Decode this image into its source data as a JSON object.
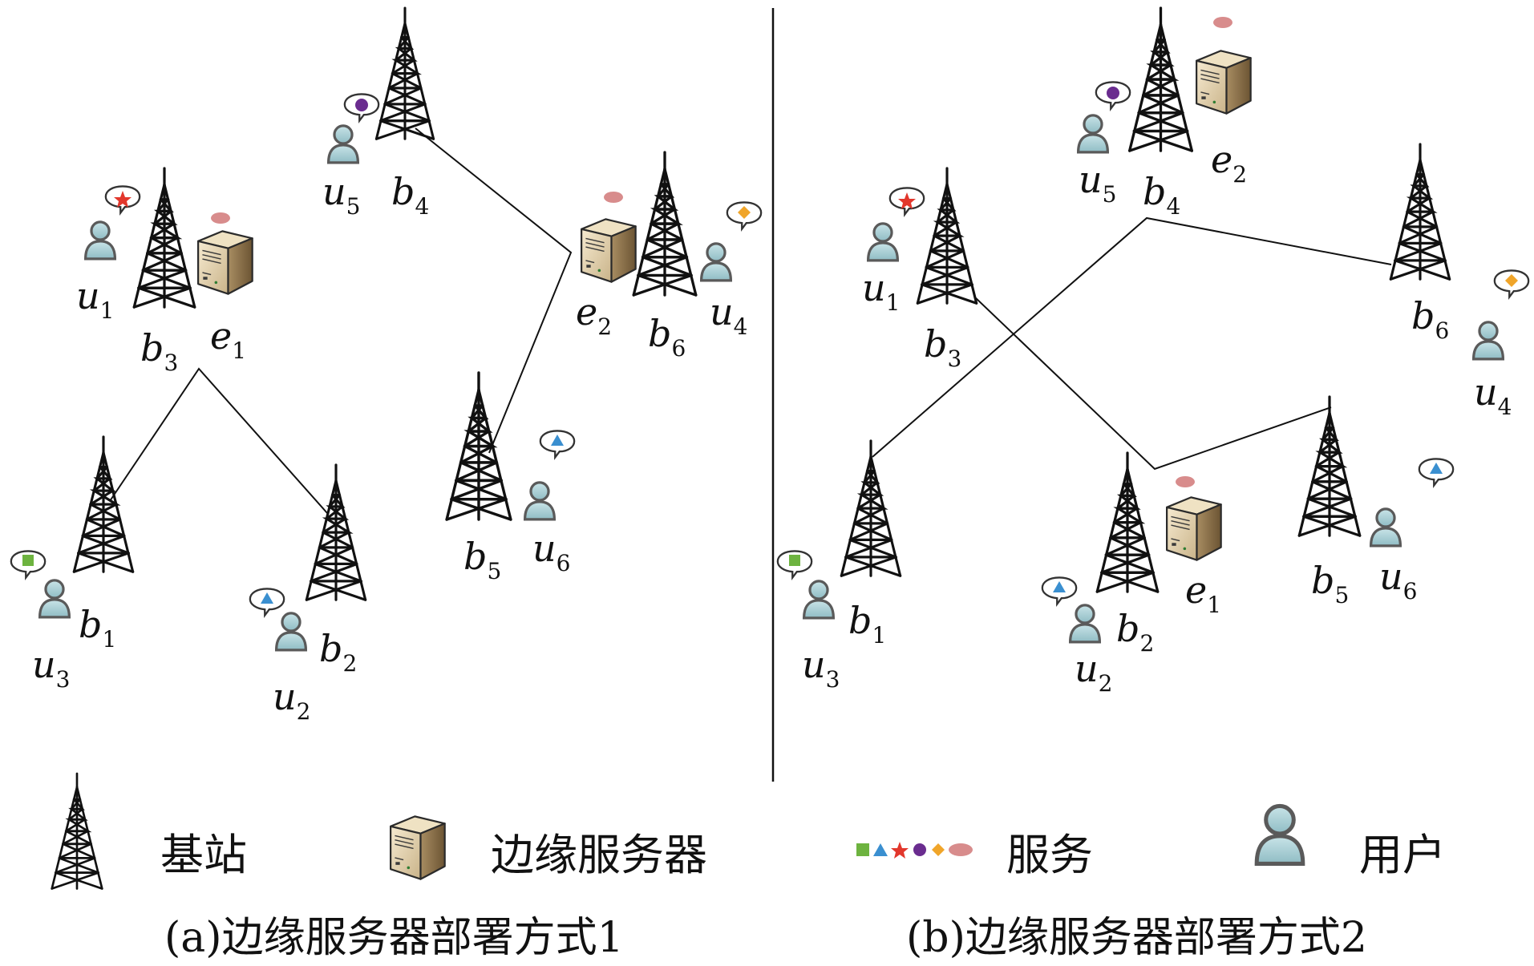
{
  "panels": [
    {
      "id": "a",
      "caption": "(a)边缘服务器部署方式1",
      "nodes": [
        {
          "type": "tower",
          "letter": "b",
          "index": "1"
        },
        {
          "type": "tower",
          "letter": "b",
          "index": "2"
        },
        {
          "type": "tower",
          "letter": "b",
          "index": "3"
        },
        {
          "type": "tower",
          "letter": "b",
          "index": "4"
        },
        {
          "type": "tower",
          "letter": "b",
          "index": "5"
        },
        {
          "type": "tower",
          "letter": "b",
          "index": "6"
        },
        {
          "type": "server",
          "letter": "e",
          "index": "1"
        },
        {
          "type": "server",
          "letter": "e",
          "index": "2"
        },
        {
          "type": "user",
          "letter": "u",
          "index": "1",
          "service": "star"
        },
        {
          "type": "user",
          "letter": "u",
          "index": "2",
          "service": "triangle"
        },
        {
          "type": "user",
          "letter": "u",
          "index": "3",
          "service": "square"
        },
        {
          "type": "user",
          "letter": "u",
          "index": "4",
          "service": "diamond"
        },
        {
          "type": "user",
          "letter": "u",
          "index": "5",
          "service": "circle"
        },
        {
          "type": "user",
          "letter": "u",
          "index": "6",
          "service": "triangle"
        }
      ]
    },
    {
      "id": "b",
      "caption": "(b)边缘服务器部署方式2",
      "nodes": [
        {
          "type": "tower",
          "letter": "b",
          "index": "1"
        },
        {
          "type": "tower",
          "letter": "b",
          "index": "2"
        },
        {
          "type": "tower",
          "letter": "b",
          "index": "3"
        },
        {
          "type": "tower",
          "letter": "b",
          "index": "4"
        },
        {
          "type": "tower",
          "letter": "b",
          "index": "5"
        },
        {
          "type": "tower",
          "letter": "b",
          "index": "6"
        },
        {
          "type": "server",
          "letter": "e",
          "index": "1"
        },
        {
          "type": "server",
          "letter": "e",
          "index": "2"
        },
        {
          "type": "user",
          "letter": "u",
          "index": "1",
          "service": "star"
        },
        {
          "type": "user",
          "letter": "u",
          "index": "2",
          "service": "triangle"
        },
        {
          "type": "user",
          "letter": "u",
          "index": "3",
          "service": "square"
        },
        {
          "type": "user",
          "letter": "u",
          "index": "4",
          "service": "diamond"
        },
        {
          "type": "user",
          "letter": "u",
          "index": "5",
          "service": "circle"
        },
        {
          "type": "user",
          "letter": "u",
          "index": "6",
          "service": "triangle"
        }
      ]
    }
  ],
  "legend": {
    "tower_label": "基站",
    "server_label": "边缘服务器",
    "service_label": "服务",
    "user_label": "用户"
  },
  "service_colors": {
    "square": "#6db33f",
    "triangle": "#3a8fd0",
    "star": "#e2372c",
    "circle": "#6a2c8f",
    "diamond": "#f0a52a",
    "ellipse": "#d88c8c"
  },
  "icons": {
    "tower": "tower-icon",
    "server": "server-icon",
    "user": "user-icon",
    "service_bubble": "speech-bubble-icon"
  }
}
